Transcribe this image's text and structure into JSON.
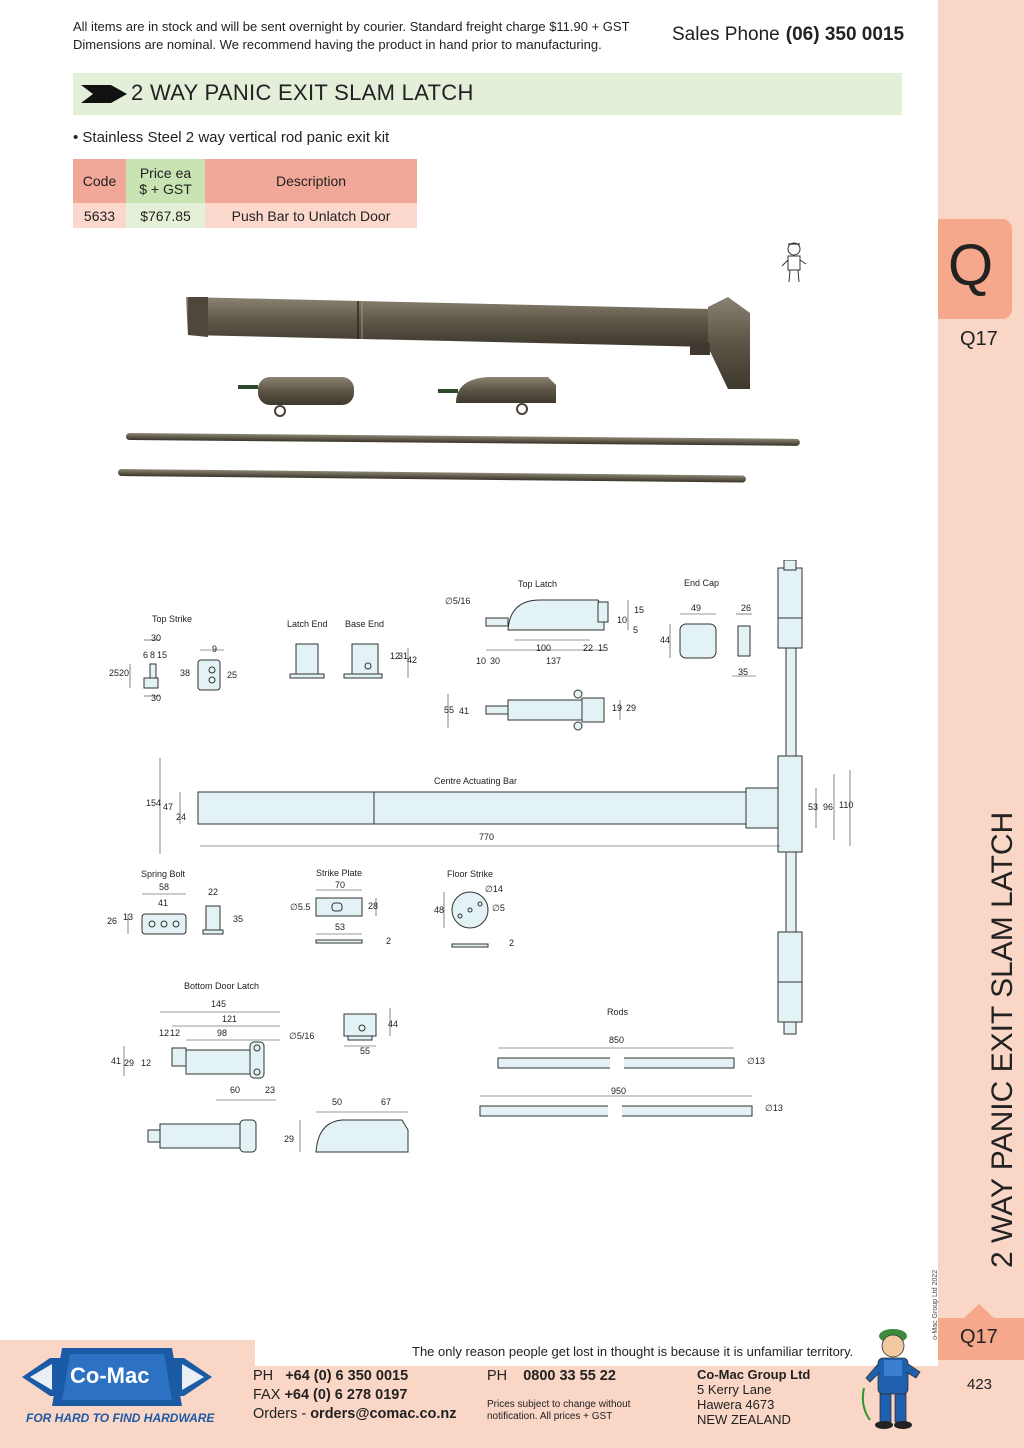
{
  "header": {
    "notice_line1": "All items are in stock and will be sent overnight by courier. Standard freight charge $11.90 + GST",
    "notice_line2": "Dimensions are nominal. We recommend having the product in hand prior to manufacturing.",
    "sales_label": "Sales Phone",
    "sales_phone": "(06) 350 0015"
  },
  "product": {
    "title": "2 WAY PANIC EXIT SLAM LATCH",
    "bullet": "• Stainless Steel 2 way vertical rod panic exit kit"
  },
  "table": {
    "headers": {
      "code": "Code",
      "price_line1": "Price ea",
      "price_line2": "$ + GST",
      "description": "Description"
    },
    "rows": [
      {
        "code": "5633",
        "price": "$767.85",
        "description": "Push Bar to Unlatch Door"
      }
    ]
  },
  "sidebar": {
    "section_letter": "Q",
    "section_code": "Q17",
    "vertical_title": "2 WAY PANIC EXIT SLAM LATCH",
    "copyright": "© Co-Mac Group Ltd 2022",
    "bottom_code": "Q17",
    "page_number": "423"
  },
  "drawing": {
    "labels": {
      "top_strike": "Top Strike",
      "latch_end": "Latch End",
      "base_end": "Base End",
      "top_latch": "Top Latch",
      "end_cap": "End Cap",
      "centre_bar": "Centre Actuating Bar",
      "spring_bolt": "Spring Bolt",
      "strike_plate": "Strike Plate",
      "floor_strike": "Floor Strike",
      "bottom_door_latch": "Bottom Door Latch",
      "rods": "Rods"
    },
    "dims": {
      "ts_30a": "30",
      "ts_6": "6",
      "ts_8": "8",
      "ts_15": "15",
      "ts_9": "9",
      "ts_25a": "25",
      "ts_20": "20",
      "ts_38": "38",
      "ts_25b": "25",
      "ts_30b": "30",
      "le_12": "12",
      "le_31": "31",
      "le_42": "42",
      "tl_516": "∅5/16",
      "tl_15": "15",
      "tl_10": "10",
      "tl_5": "5",
      "tl_100": "100",
      "tl_22": "22",
      "tl_15b": "15",
      "tl_10b": "10",
      "tl_30": "30",
      "tl_137": "137",
      "tl_55": "55",
      "tl_41": "41",
      "tl_19": "19",
      "tl_29": "29",
      "ec_49": "49",
      "ec_26": "26",
      "ec_44": "44",
      "ec_35": "35",
      "cb_154": "154",
      "cb_47": "47",
      "cb_24": "24",
      "cb_770": "770",
      "cb_53": "53",
      "cb_96": "96",
      "cb_110": "110",
      "sb_58": "58",
      "sb_41": "41",
      "sb_22": "22",
      "sb_26": "26",
      "sb_13": "13",
      "sb_35": "35",
      "sp_70": "70",
      "sp_55": "∅5.5",
      "sp_28": "28",
      "sp_53": "53",
      "sp_2": "2",
      "fs_14": "∅14",
      "fs_5": "∅5",
      "fs_48": "48",
      "fs_2": "2",
      "bl_145": "145",
      "bl_121": "121",
      "bl_12a": "12",
      "bl_12b": "12",
      "bl_98": "98",
      "bl_516": "∅5/16",
      "bl_41": "41",
      "bl_29": "29",
      "bl_12c": "12",
      "bl_60": "60",
      "bl_23": "23",
      "bl_44": "44",
      "bl_55": "55",
      "bl_50": "50",
      "bl_67": "67",
      "bl_29b": "29",
      "rd_850": "850",
      "rd_13a": "∅13",
      "rd_950": "950",
      "rd_13b": "∅13"
    }
  },
  "footer": {
    "quote": "The only reason people get lost in thought is because it is unfamiliar territory.",
    "logo_text": "Co-Mac",
    "tagline": "FOR HARD TO FIND HARDWARE",
    "ph_label": "PH",
    "ph": "+64 (0) 6 350 0015",
    "fax_label": "FAX",
    "fax": "+64 (0) 6 278 0197",
    "orders_label": "Orders -",
    "orders": "orders@comac.co.nz",
    "ph2_label": "PH",
    "ph2": "0800 33 55 22",
    "disclaimer1": "Prices subject to change without",
    "disclaimer2": "notification. All prices + GST",
    "company": "Co-Mac Group Ltd",
    "addr1": "5 Kerry Lane",
    "addr2": "Hawera 4673",
    "addr3": "NEW ZEALAND"
  },
  "colors": {
    "banner_green": "#e4efd9",
    "salmon": "#f2a898",
    "sidebar_peach": "#fad6c6",
    "tab_orange": "#f6a88c",
    "logo_blue": "#1b5aa5",
    "part_fill": "#e3f2f4"
  }
}
